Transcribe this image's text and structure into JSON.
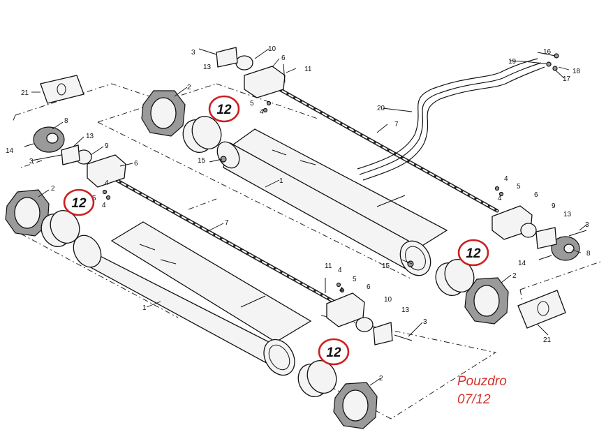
{
  "part_labels": {
    "n1": "1",
    "n2": "2",
    "n3": "3",
    "n4": "4",
    "n5": "5",
    "n6": "6",
    "n7": "7",
    "n8": "8",
    "n9": "9",
    "n10": "10",
    "n11": "11",
    "n12": "12",
    "n13": "13",
    "n14": "14",
    "n15": "15",
    "n16": "16",
    "n17": "17",
    "n18": "18",
    "n19": "19",
    "n20": "20",
    "n21": "21"
  },
  "highlight_label": "12",
  "caption": {
    "line1": "Pouzdro",
    "line2": "07/12"
  },
  "colors": {
    "highlight": "#cc1f1f",
    "caption": "#d2342d",
    "ink": "#111111"
  }
}
